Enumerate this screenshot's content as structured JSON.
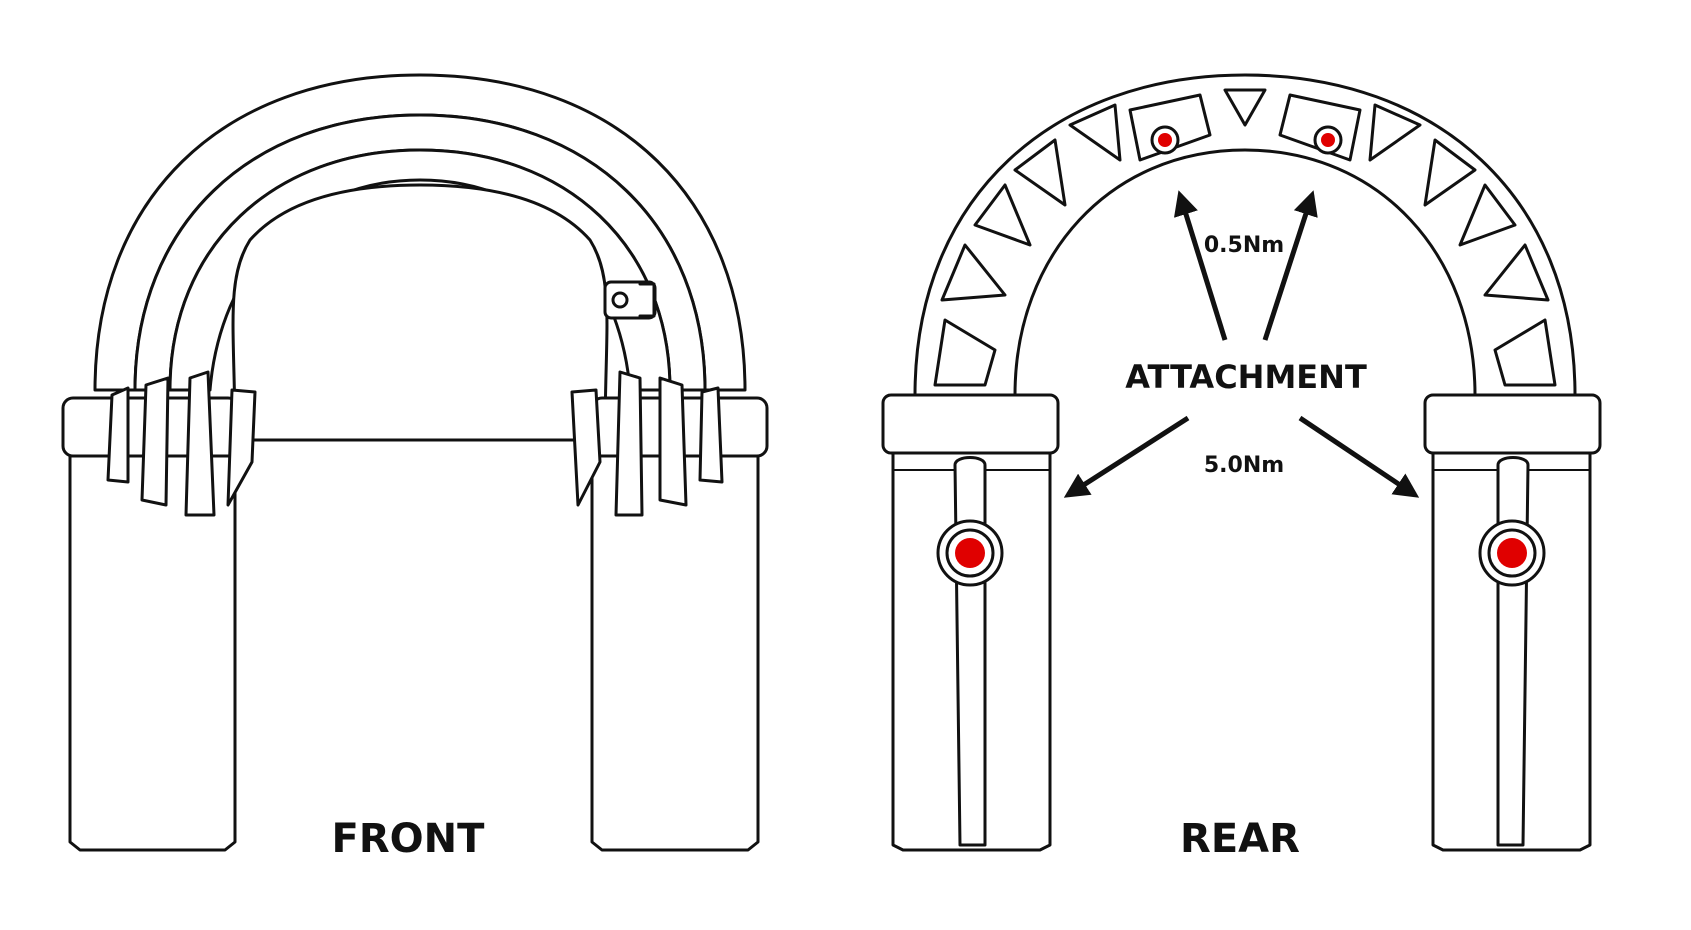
{
  "views": {
    "front": {
      "label": "FRONT"
    },
    "rear": {
      "label": "REAR"
    }
  },
  "annotation": {
    "title": "ATTACHMENT",
    "torque_upper": "0.5Nm",
    "torque_lower": "5.0Nm"
  },
  "colors": {
    "outline": "#111111",
    "bolt": "#e00000",
    "background": "#ffffff"
  }
}
